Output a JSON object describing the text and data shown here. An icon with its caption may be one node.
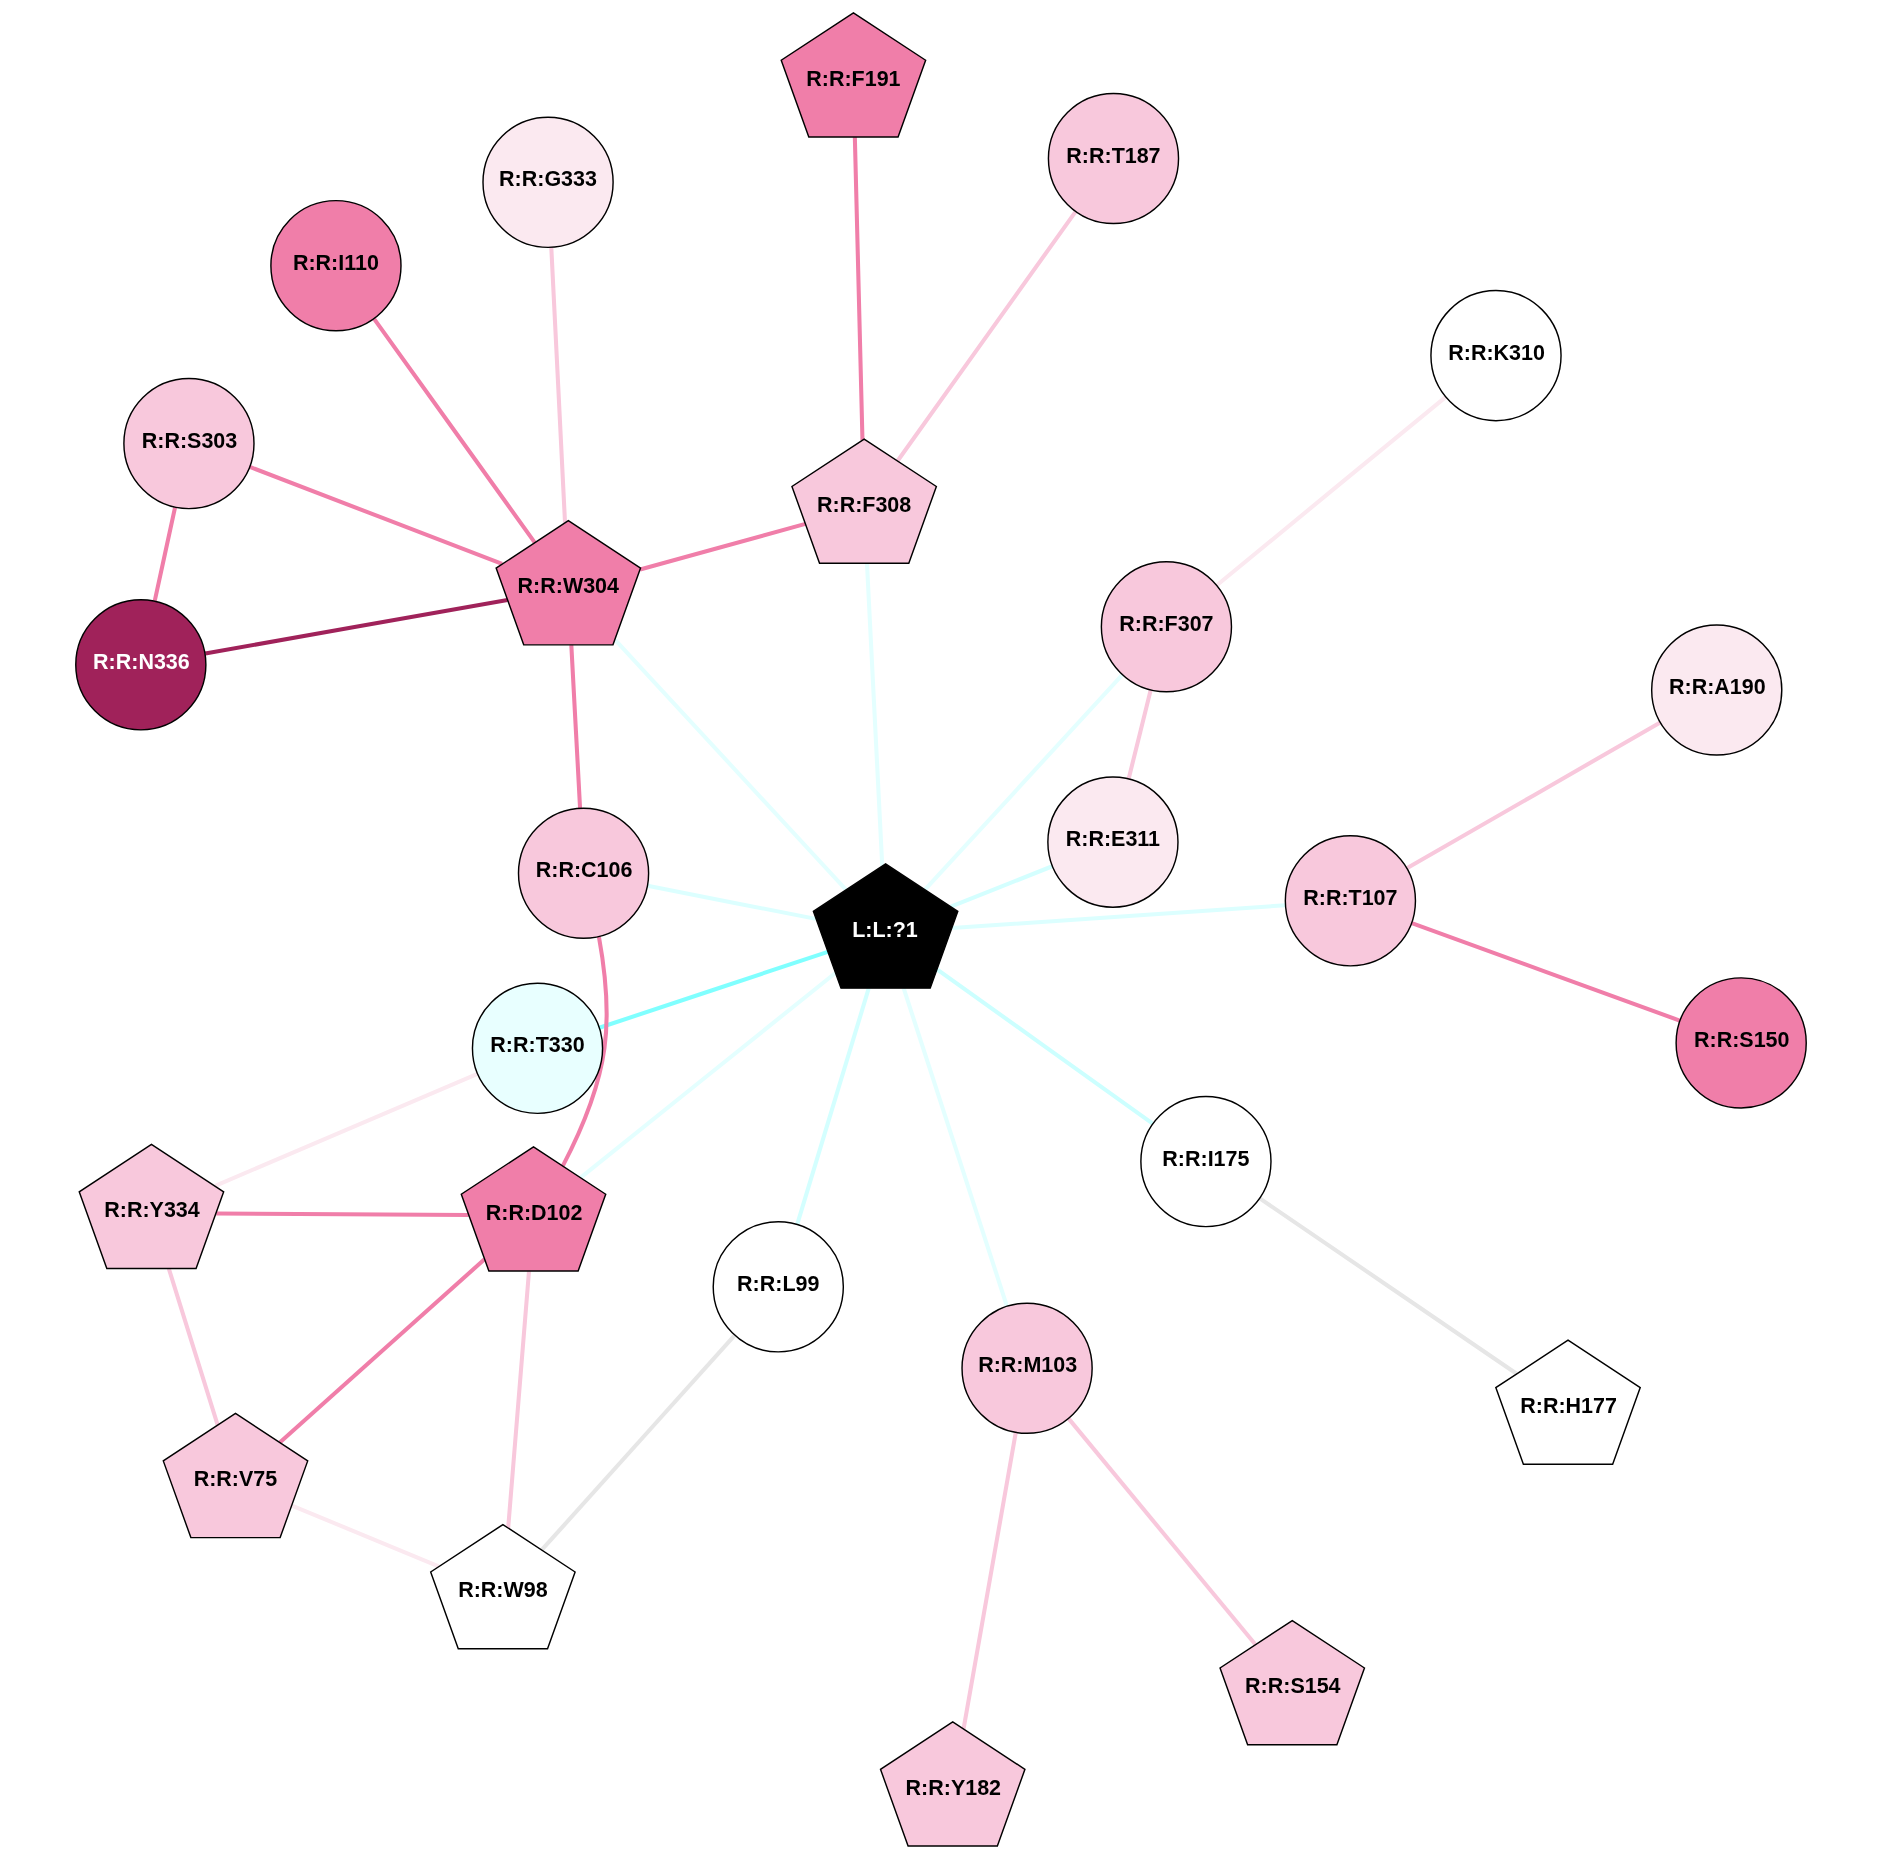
{
  "diagram": {
    "nodes": [
      {
        "text": [
          "R:R:V75"
        ]
      },
      {
        "text": [
          "R:R:S154"
        ]
      },
      {
        "text": [
          "R:R:W98"
        ]
      },
      {
        "text": [
          "R:R:Y334"
        ]
      },
      {
        "text": [
          "R:R:K310"
        ]
      },
      {
        "text": [
          "R:R:L99"
        ]
      },
      {
        "text": [
          "R:R:T330"
        ]
      },
      {
        "text": [
          "R:R:D102"
        ]
      },
      {
        "text": [
          "R:R:N336"
        ]
      },
      {
        "text": [
          "R:R:Y182"
        ]
      },
      {
        "text": [
          "R:R:E311"
        ]
      },
      {
        "text": [
          "R:R:M103"
        ]
      },
      {
        "text": [
          "L:L:?1"
        ]
      },
      {
        "text": [
          "R:R:F308"
        ]
      },
      {
        "text": [
          "R:R:G333"
        ]
      },
      {
        "text": [
          "R:R:C106"
        ]
      },
      {
        "text": [
          "R:R:S150"
        ]
      },
      {
        "text": [
          "R:R:F307"
        ]
      },
      {
        "text": [
          "R:R:T107"
        ]
      },
      {
        "text": [
          "R:R:S303"
        ]
      },
      {
        "text": [
          "R:R:W304"
        ]
      },
      {
        "text": [
          "R:R:I175"
        ]
      },
      {
        "text": [
          "R:R:A190"
        ]
      },
      {
        "text": [
          "R:R:F191"
        ]
      },
      {
        "text": [
          "R:R:I110"
        ]
      },
      {
        "text": [
          "R:R:T187"
        ]
      },
      {
        "text": [
          "R:R:H177"
        ]
      }
    ],
    "edges": [
      {
        "from": 0,
        "to": 2,
        "arrow": "none",
        "color": "#fbe9f0"
      },
      {
        "from": 0,
        "to": 3,
        "arrow": "none",
        "color": "#f8c8dc"
      },
      {
        "from": 0,
        "to": 7,
        "arrow": "none"
      },
      {
        "from": 1,
        "to": 11,
        "arrow": "none",
        "color": "#f8c8dc"
      },
      {
        "from": 2,
        "to": 5,
        "arrow": "none",
        "color": "#e6e6e6"
      },
      {
        "from": 2,
        "to": 7,
        "arrow": "none",
        "color": "#f8c8dc"
      },
      {
        "from": 3,
        "to": 7,
        "arrow": "none"
      },
      {
        "from": 3,
        "to": 6,
        "arrow": "none",
        "color": "#fbe9f0"
      },
      {
        "from": 4,
        "to": 17,
        "arrow": "none",
        "color": "#fbe9f0"
      },
      {
        "from": 6,
        "to": 12,
        "arrow": "none",
        "color": "#80ffff"
      },
      {
        "from": 5,
        "to": 12,
        "arrow": "none",
        "color": "#d4ffff"
      },
      {
        "from": 7,
        "to": 12,
        "arrow": "none",
        "color": "#e4ffff"
      },
      {
        "from": 7,
        "to": 15,
        "arrow": "none"
      },
      {
        "from": 11,
        "to": 9,
        "arrow": "none",
        "color": "#f8c8dc"
      },
      {
        "from": 11,
        "to": 12,
        "arrow": "none",
        "color": "#e4ffff"
      },
      {
        "from": 8,
        "to": 20,
        "arrow": "none",
        "color": "#a0225a"
      },
      {
        "from": 8,
        "to": 19,
        "arrow": "none"
      },
      {
        "from": 10,
        "to": 12,
        "arrow": "none",
        "color": "#d4ffff"
      },
      {
        "from": 10,
        "to": 17,
        "arrow": "none",
        "color": "#f8c8dc"
      },
      {
        "from": 13,
        "to": 12,
        "arrow": "none",
        "color": "#e4ffff"
      },
      {
        "from": 13,
        "to": 20,
        "arrow": "none"
      },
      {
        "from": 13,
        "to": 23,
        "arrow": "none"
      },
      {
        "from": 13,
        "to": 25,
        "arrow": "none",
        "color": "#f8c8dc"
      },
      {
        "from": 14,
        "to": 20,
        "arrow": "none",
        "color": "#f8c8dc"
      },
      {
        "from": 15,
        "to": 12,
        "arrow": "none",
        "color": "#dcffff"
      },
      {
        "from": 15,
        "to": 20,
        "arrow": "none"
      },
      {
        "from": 16,
        "to": 18,
        "arrow": "none"
      },
      {
        "from": 18,
        "to": 22,
        "arrow": "none",
        "color": "#f8c8dc"
      },
      {
        "from": 18,
        "to": 12,
        "arrow": "none",
        "color": "#dcffff"
      },
      {
        "from": 17,
        "to": 12,
        "arrow": "none",
        "color": "#e4ffff"
      },
      {
        "from": 20,
        "to": 12,
        "arrow": "none",
        "color": "#e4ffff"
      },
      {
        "from": 21,
        "to": 12,
        "arrow": "none",
        "color": "#ccffff"
      },
      {
        "from": 21,
        "to": 26,
        "arrow": "none",
        "color": "#e6e6e6"
      },
      {
        "from": 19,
        "to": 20,
        "arrow": "none"
      },
      {
        "from": 20,
        "to": 24,
        "arrow": "none"
      }
    ]
  }
}
